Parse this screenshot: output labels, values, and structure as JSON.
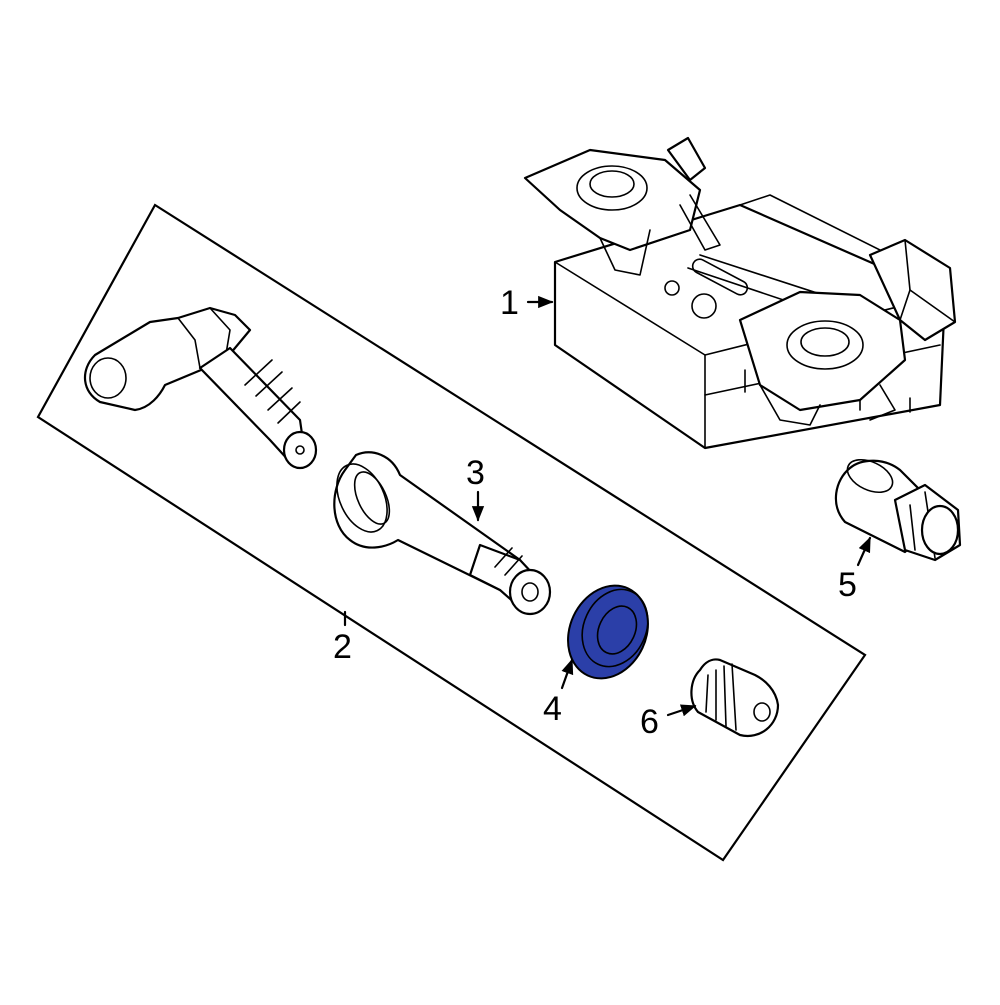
{
  "diagram": {
    "callouts": [
      {
        "id": "1",
        "label": "1"
      },
      {
        "id": "2",
        "label": "2"
      },
      {
        "id": "3",
        "label": "3"
      },
      {
        "id": "4",
        "label": "4"
      },
      {
        "id": "5",
        "label": "5"
      },
      {
        "id": "6",
        "label": "6"
      }
    ],
    "highlight_color": "#2b3fa8",
    "highlighted_part": "4"
  }
}
